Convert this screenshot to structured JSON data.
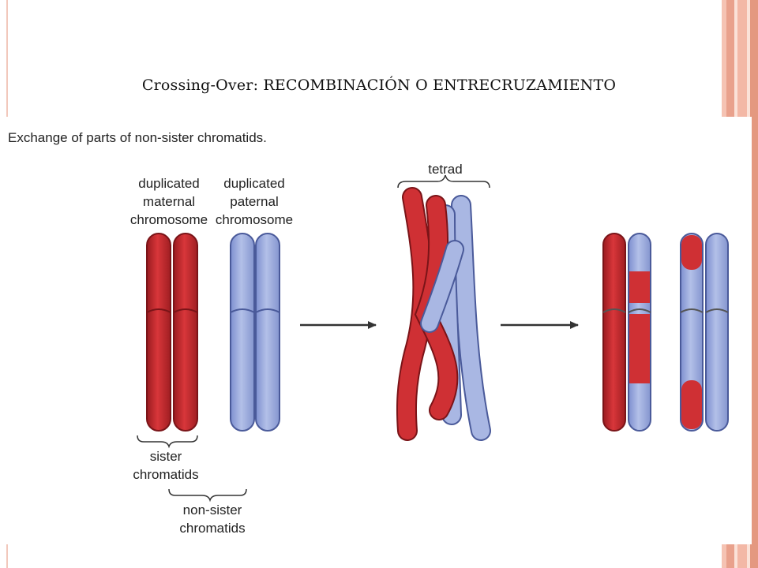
{
  "slide": {
    "title": "Crossing-Over: RECOMBINACIÓN O ENTRECRUZAMIENTO"
  },
  "figure": {
    "caption": "Exchange of parts of non-sister chromatids.",
    "labels": {
      "maternal": [
        "duplicated",
        "maternal",
        "chromosome"
      ],
      "paternal": [
        "duplicated",
        "paternal",
        "chromosome"
      ],
      "tetrad": "tetrad",
      "sister": [
        "sister",
        "chromatids"
      ],
      "non_sister": [
        "non-sister",
        "chromatids"
      ]
    }
  },
  "colors": {
    "maternal": "#c8272c",
    "maternal_dark": "#8e1a1d",
    "paternal": "#98a8d8",
    "paternal_dark": "#4a5a9a",
    "arrow": "#333333",
    "stripe_1": "#f5c3b3",
    "stripe_2": "#e9a18c",
    "stripe_3": "#f3b8a6",
    "stripe_4": "#e49880"
  },
  "icons": {
    "arrow_1": "right-arrow-icon",
    "arrow_2": "right-arrow-icon"
  }
}
